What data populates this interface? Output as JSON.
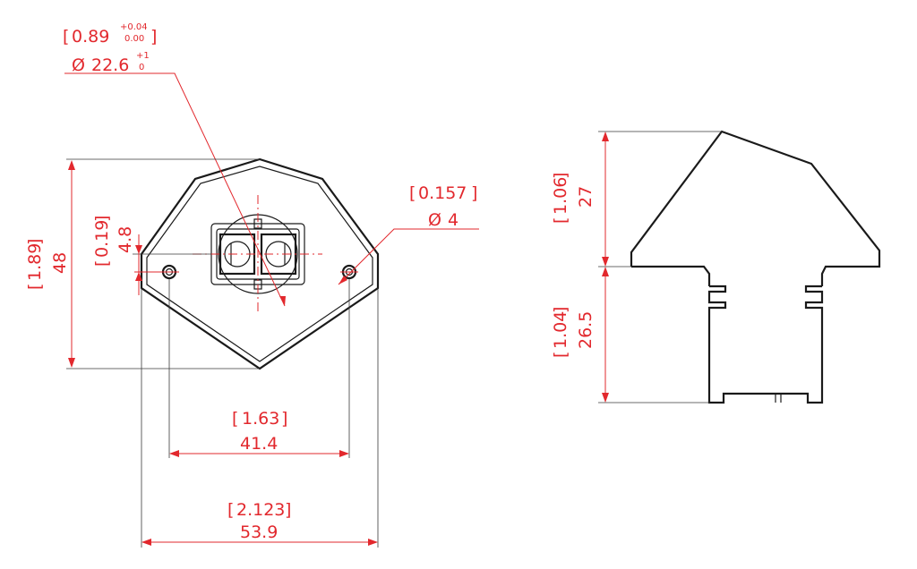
{
  "front_view": {
    "hole_dia_label": {
      "inch": "0.89",
      "inch_tol_upper": "+0.04",
      "inch_tol_lower": "0.00",
      "mm": "22.6",
      "mm_tol_upper": "+1",
      "mm_tol_lower": "0"
    },
    "mount_hole_label": {
      "inch": "0.157",
      "mm": "4"
    },
    "height_label": {
      "inch": "1.89",
      "mm": "48"
    },
    "offset_label": {
      "inch": "0.19",
      "mm": "4.8"
    },
    "hole_spacing_label": {
      "inch": "1.63",
      "mm": "41.4"
    },
    "overall_width_label": {
      "inch": "2.123",
      "mm": "53.9"
    }
  },
  "side_view": {
    "upper_height_label": {
      "inch": "1.06",
      "mm": "27"
    },
    "lower_height_label": {
      "inch": "1.04",
      "mm": "26.5"
    }
  },
  "symbols": {
    "diameter": "Ø"
  },
  "colors": {
    "dimension": "#e2282d",
    "outline": "#1a1a1a"
  }
}
